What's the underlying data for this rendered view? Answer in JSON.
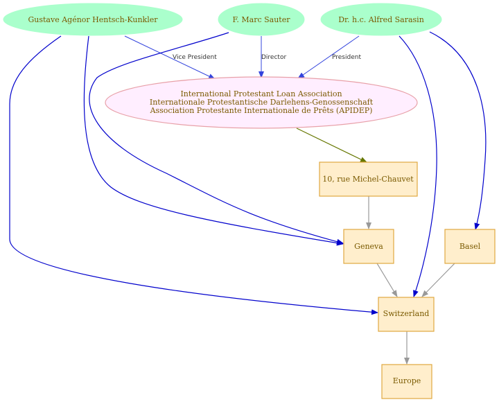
{
  "colors": {
    "person_fill": "#aaffcc",
    "org_fill": "#ffeeff",
    "org_stroke": "#e8a0a8",
    "place_fill": "#ffeecc",
    "place_stroke": "#e0a840",
    "edge_role": "#3344dd",
    "edge_location": "#0000cc",
    "edge_address": "#667700",
    "edge_hierarchy": "#999999",
    "text": "#7a5a00"
  },
  "nodes": {
    "person_hentsch": {
      "label": "Gustave Agénor  Hentsch-Kunkler"
    },
    "person_sauter": {
      "label": "F. Marc Sauter"
    },
    "person_sarasin": {
      "label": "Dr. h.c. Alfred Sarasin"
    },
    "org_apidep": {
      "label_lines": [
        "International Protestant Loan Association",
        "Internationale Protestantische Darlehens-Genossenschaft",
        "Association Protestante Internationale de Prêts (APIDEP)"
      ]
    },
    "address": {
      "label": "10, rue Michel-Chauvet"
    },
    "geneva": {
      "label": "Geneva"
    },
    "basel": {
      "label": "Basel"
    },
    "switzerland": {
      "label": "Switzerland"
    },
    "europe": {
      "label": "Europe"
    }
  },
  "edges": {
    "vice_president": {
      "label": "Vice President"
    },
    "director": {
      "label": "Director"
    },
    "president": {
      "label": "President"
    }
  }
}
